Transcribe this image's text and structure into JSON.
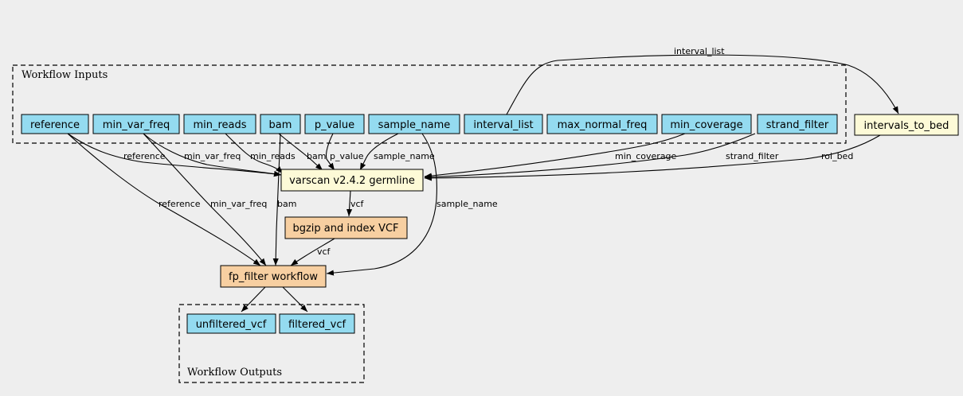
{
  "colors": {
    "background": "#eeeeee",
    "input_output": "#94dbf0",
    "tool": "#fdfad7",
    "subworkflow": "#f7cfa1"
  },
  "clusters": {
    "inputs": "Workflow Inputs",
    "outputs": "Workflow Outputs"
  },
  "nodes": {
    "reference": "reference",
    "min_var_freq": "min_var_freq",
    "min_reads": "min_reads",
    "bam": "bam",
    "p_value": "p_value",
    "sample_name": "sample_name",
    "interval_list": "interval_list",
    "max_normal_freq": "max_normal_freq",
    "min_coverage": "min_coverage",
    "strand_filter": "strand_filter",
    "intervals_to_bed": "intervals_to_bed",
    "varscan": "varscan v2.4.2 germline",
    "bgzip": "bgzip and index VCF",
    "fp_filter": "fp_filter workflow",
    "unfiltered_vcf": "unfiltered_vcf",
    "filtered_vcf": "filtered_vcf"
  },
  "edge_labels": {
    "interval_list": "interval_list",
    "reference_varscan": "reference",
    "min_var_freq_varscan": "min_var_freq",
    "min_reads_varscan": "min_reads",
    "bam_varscan": "bam",
    "p_value_varscan": "p_value",
    "sample_name_varscan": "sample_name",
    "min_coverage_varscan": "min_coverage",
    "strand_filter_varscan": "strand_filter",
    "roi_bed": "roi_bed",
    "reference_fp": "reference",
    "min_var_freq_fp": "min_var_freq",
    "bam_fp": "bam",
    "sample_name_fp": "sample_name",
    "vcf_bgzip": "vcf",
    "vcf_fp": "vcf"
  }
}
